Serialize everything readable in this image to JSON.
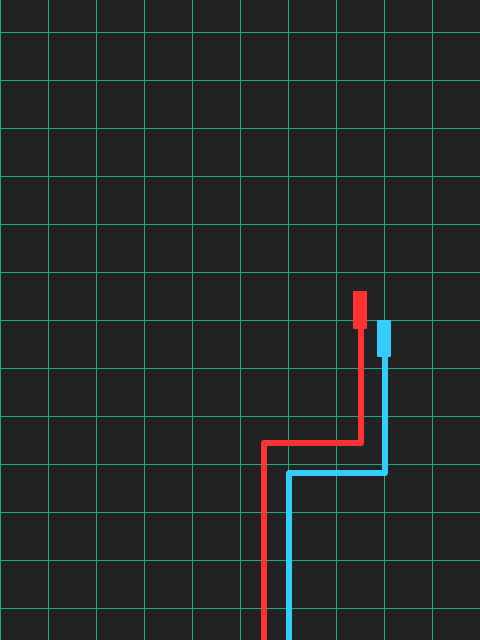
{
  "game": {
    "background_color": "#222222",
    "grid": {
      "visible": true,
      "line_color": "#1fa884"
    },
    "players": [
      {
        "id": "red",
        "color": "#ff3333",
        "state": "moving",
        "head_direction": "up"
      },
      {
        "id": "cyan",
        "color": "#33ccff",
        "state": "moving",
        "head_direction": "up"
      }
    ]
  }
}
